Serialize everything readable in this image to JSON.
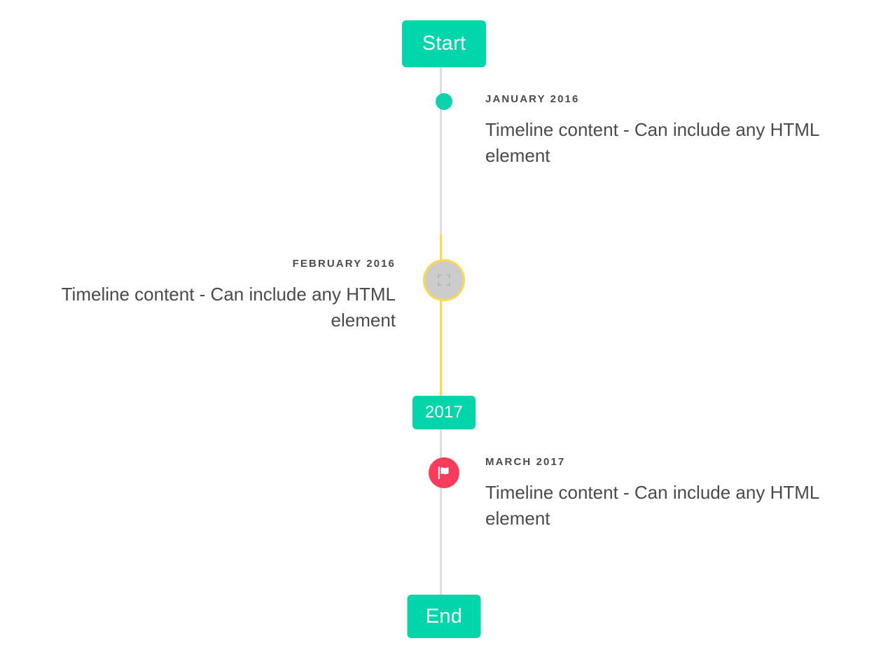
{
  "timeline": {
    "caps": {
      "start_label": "Start",
      "end_label": "End",
      "divider_label": "2017"
    },
    "accent_color": "#00d6aa",
    "rail_color": "#dddddd",
    "highlight_rail_color": "#fcd94b",
    "events": [
      {
        "id": "january-2016",
        "label": "JANUARY 2016",
        "body": "Timeline content - Can include any HTML element",
        "side": "right",
        "marker": "dot-marker",
        "marker_color": "#0bd3ae"
      },
      {
        "id": "february-2016",
        "label": "FEBRUARY 2016",
        "body": "Timeline content - Can include any HTML element",
        "side": "left",
        "marker": "broken-image-icon",
        "marker_color": "#cccccc",
        "marker_ring_color": "#fcd94b"
      },
      {
        "id": "march-2017",
        "label": "MARCH 2017",
        "body": "Timeline content - Can include any HTML element",
        "side": "right",
        "marker": "flag-icon",
        "marker_color": "#fb3b5c"
      }
    ]
  }
}
